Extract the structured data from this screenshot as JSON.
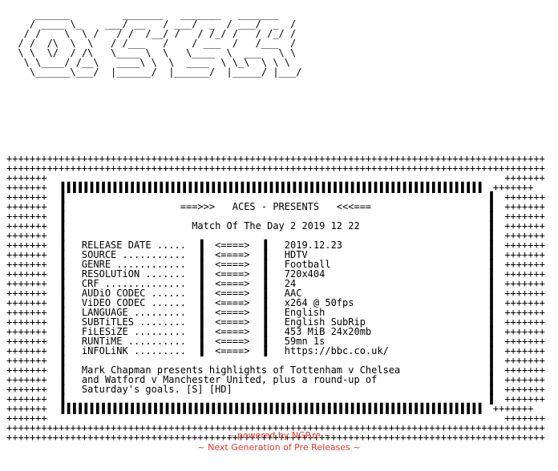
{
  "logo_art": "     ______         _______   _______   _______\n    / ____ \\_    ___/ __   / ___/  _  / ___/  _  /\n   / /    \\  \\ /   / /  /__/ /   / /_/ /   / /_/ /\n  / /  /\\  \\  \\   / /___   /    / ___  /   /___  /\n  \\ \\  \\/  / /\\   \\____ \\  \\   \\____  \\  ___   \\ \\\n   \\ \\____/ /__\\   ____\\ \\  \\  ____  \\ \\_\\  \\ \\ \\\n    \\______\\___/  |______/  |______/  |_____/ |___/",
  "top_border": "++++++++++++++++++++++++++++++++++++++++++++++++++++",
  "side_plus": "+++++++",
  "box_edge": "▐▐▐▐▐▐▐▐▐▐▐▐▐▐▐▐▐▐▐▐▐▐▐▐▐▐▐▐▐▐▐▐▐▐▐▐▐▐▐▐▐▐▐▐▐▐▐▐▐▐▐▐▐▐▐▐▐▐▐▐▐▐▐▐▐▐▐▐▐▐▐▐▐",
  "header": "===>>>   ACES - PRESENTS   <<<===",
  "title": "Match Of The Day 2 2019 12 22",
  "fields": [
    {
      "label": "RELEASE DATE .....",
      "arrow": "<====>",
      "value": "2019.12.23"
    },
    {
      "label": "SOURCE ...........",
      "arrow": "<====>",
      "value": "HDTV"
    },
    {
      "label": "GENRE ............",
      "arrow": "<====>",
      "value": "Football"
    },
    {
      "label": "RESOLUTiON .......",
      "arrow": "<====>",
      "value": "720x404"
    },
    {
      "label": "CRF ..............",
      "arrow": "<====>",
      "value": "24"
    },
    {
      "label": "AUDiO CODEC ......",
      "arrow": "<====>",
      "value": "AAC"
    },
    {
      "label": "ViDEO CODEC ......",
      "arrow": "<====>",
      "value": "x264 @ 50fps"
    },
    {
      "label": "LANGUAGE .........",
      "arrow": "<====>",
      "value": "English"
    },
    {
      "label": "SUBTiTLES ........",
      "arrow": "<====>",
      "value": "English SubRip"
    },
    {
      "label": "FiLESiZE .........",
      "arrow": "<====>",
      "value": "453 MiB 24x20mb"
    },
    {
      "label": "RUNTiME ..........",
      "arrow": "<====>",
      "value": "59mn 1s"
    },
    {
      "label": "iNFOLiNK .........",
      "arrow": "<====>",
      "value": "https://bbc.co.uk/"
    }
  ],
  "description_lines": [
    "Mark Chapman presents highlights of Tottenham v Chelsea",
    "and Watford v Manchester United, plus a round-up of",
    "Saturday's goals. [S] [HD]"
  ],
  "footer": {
    "line1": "~ powered by NGP.re ~",
    "line2": "~ Next Generation of Pre Releases ~"
  },
  "colors": {
    "text": "#000000",
    "footer": "#e8332a",
    "background": "#ffffff"
  }
}
